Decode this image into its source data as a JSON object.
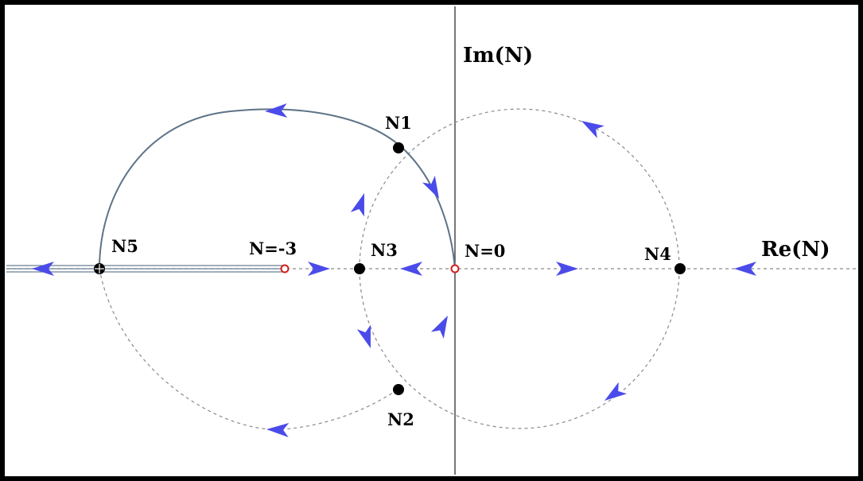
{
  "axes": {
    "imaginary_label": "Im(N)",
    "real_label": "Re(N)"
  },
  "points": {
    "n1": "N1",
    "n2": "N2",
    "n3": "N3",
    "n4": "N4",
    "n5": "N5",
    "n_minus_3": "N=-3",
    "n_zero": "N=0"
  },
  "colors": {
    "arrow": "#4b4bea",
    "solid_curve": "#5e7387",
    "dashed_curve": "#8a8a8a",
    "singular_point": "#d21f1f",
    "fixed_point": "#000000"
  }
}
